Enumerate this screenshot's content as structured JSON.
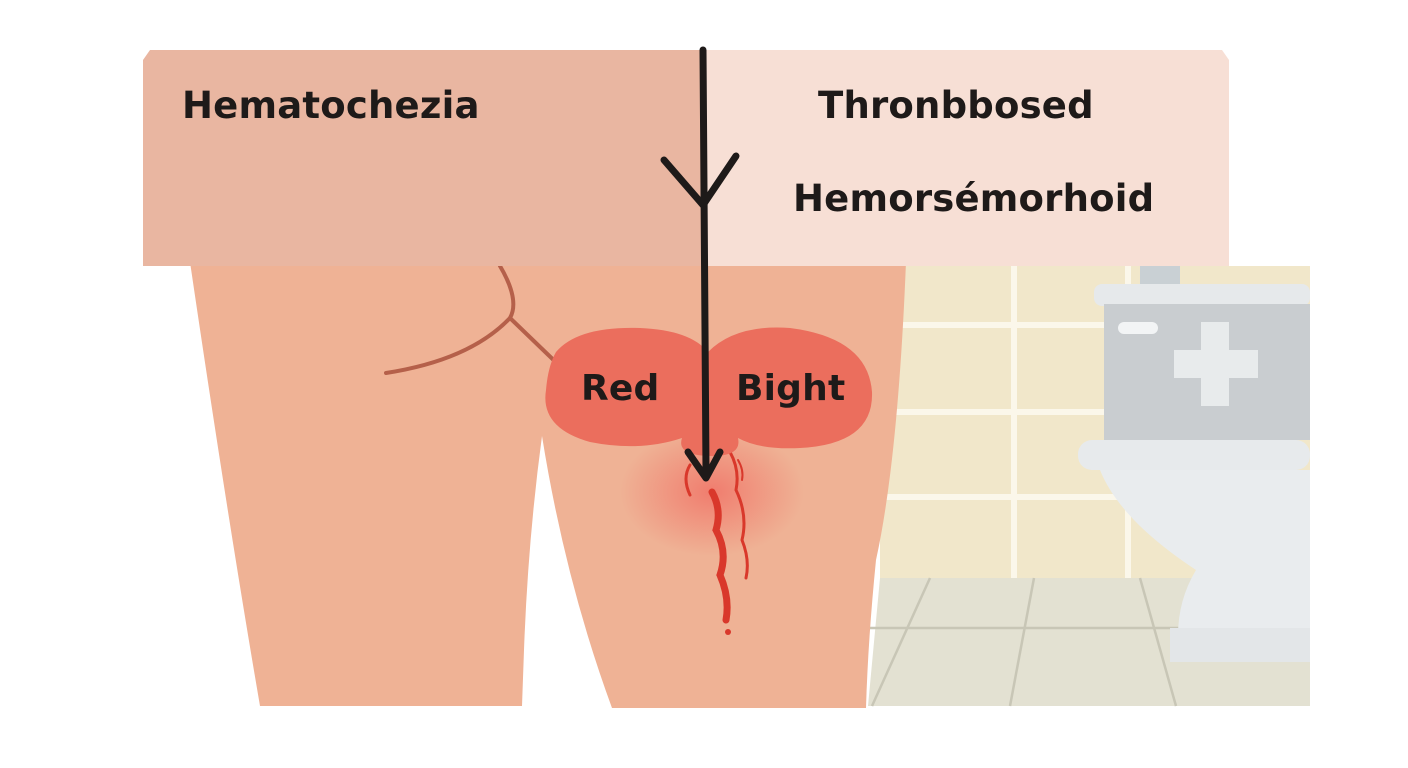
{
  "labels": {
    "left": "Hematochezia",
    "right_line1": "Thronbbosed",
    "right_line2": "Hemorsémorhoid",
    "blob_left": "Red",
    "blob_right": "Bight"
  },
  "colors": {
    "skin": "#efb295",
    "banner_left": "#e9b6a1",
    "banner_right": "#f7dfd5",
    "blob": "#eb6e5d",
    "blood": "#d9382b",
    "tile": "#f1e7ca",
    "floor": "#e3e1d2",
    "toilet": "#e9ecee",
    "arrow": "#1e1a19"
  },
  "icons": [
    "arrow-down-icon",
    "medical-cross-icon",
    "toilet-icon"
  ]
}
